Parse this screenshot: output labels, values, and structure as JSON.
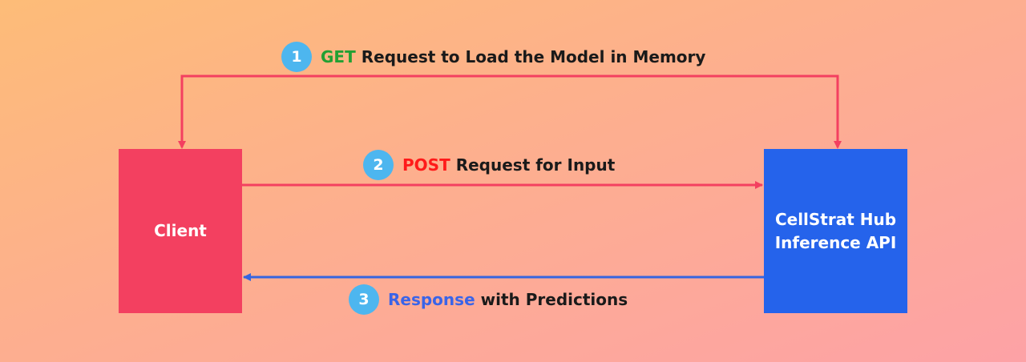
{
  "diagram": {
    "client": {
      "label": "Client",
      "color": "#f34060"
    },
    "api": {
      "line1": "CellStrat Hub",
      "line2": "Inference API",
      "color": "#2563eb"
    },
    "steps": [
      {
        "number": "1",
        "method": "GET",
        "method_color": "#22a033",
        "text": "Request to Load the Model in Memory"
      },
      {
        "number": "2",
        "method": "POST",
        "method_color": "#ff1a1a",
        "text": "Request for Input"
      },
      {
        "number": "3",
        "method": "Response",
        "method_color": "#3a64e8",
        "text": "with Predictions"
      }
    ],
    "arrow_colors": {
      "request": "#f34060",
      "response": "#3565e0"
    },
    "badge_color": "#4db6ef"
  }
}
